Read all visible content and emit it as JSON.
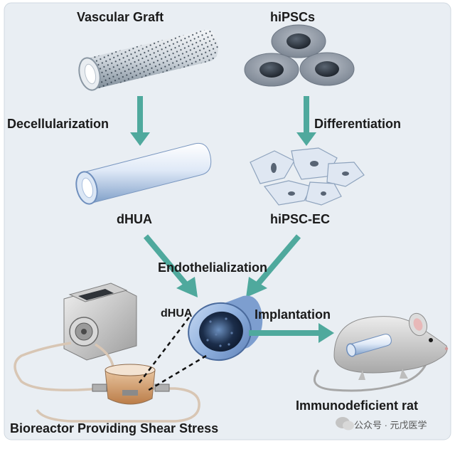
{
  "labels": {
    "vascular_graft": "Vascular Graft",
    "hipscs": "hiPSCs",
    "decellularization": "Decellularization",
    "differentiation": "Differentiation",
    "dhua": "dHUA",
    "hipsc_ec": "hiPSC-EC",
    "endothelialization": "Endothelialization",
    "dhua_inset": "dHUA",
    "implantation": "Implantation",
    "immunodeficient_rat": "Immunodeficient rat",
    "bioreactor": "Bioreactor Providing Shear Stress"
  },
  "watermark": {
    "text": "公众号 · 元戊医学"
  },
  "colors": {
    "background": "#e9eef3",
    "arrow": "#4fa99d",
    "tube_blue": "#9fbfe6",
    "rat_gray": "#c9c9c9",
    "medium_amber": "#d49a62"
  }
}
